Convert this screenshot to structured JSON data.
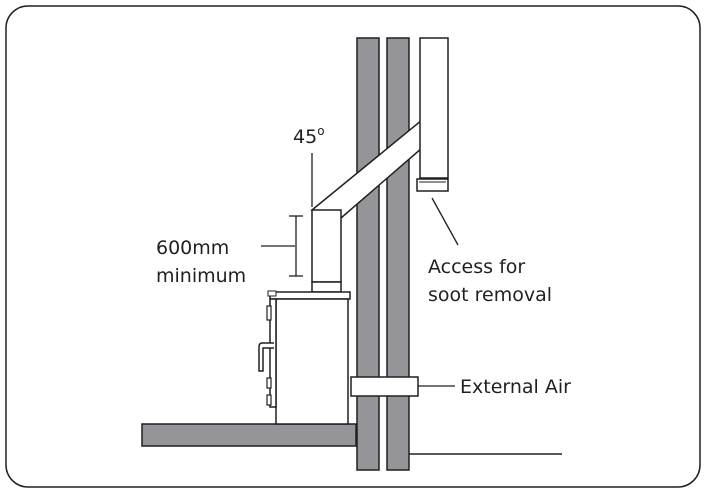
{
  "diagram": {
    "labels": {
      "angle": "45",
      "angle_unit": "o",
      "min_height_line1": "600mm",
      "min_height_line2": "minimum",
      "access_line1": "Access for",
      "access_line2": "soot removal",
      "external_air": "External Air"
    },
    "colors": {
      "wall_fill": "#939598",
      "stroke": "#231f20",
      "background": "#ffffff"
    }
  }
}
